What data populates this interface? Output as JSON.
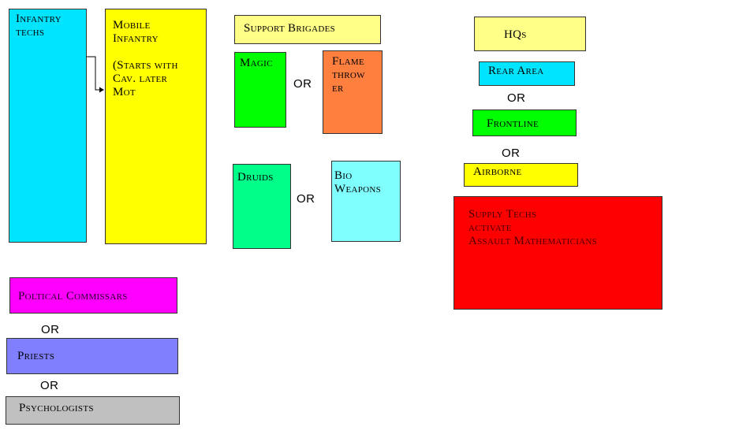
{
  "colors": {
    "cyan": "#00e5ff",
    "yellow": "#ffff00",
    "light_yellow": "#ffff88",
    "green": "#00ff00",
    "orange": "#ff7f3f",
    "mint": "#00ff88",
    "light_cyan": "#80ffff",
    "red": "#ff0000",
    "magenta": "#ff00ff",
    "periwinkle": "#8080ff",
    "gray": "#c0c0c0"
  },
  "boxes": {
    "infantry_techs": "Infantry\ntechs",
    "mobile_infantry": "Mobile\nInfantry\n\n(Starts with\nCav. later\nMot",
    "support_brigades": "Support Brigades",
    "magic": "Magic",
    "flamethrower": "Flame\nthrow\ner",
    "druids": "Druids",
    "bio_weapons": "Bio\nWeapons",
    "hqs": "HQs",
    "rear_area": "Rear Area",
    "frontline": "Frontline",
    "airborne": "Airborne",
    "supply_techs": "Supply Techs\nactivate\nAssault Mathematicians",
    "political_commissars": "Poltical Commissars",
    "priests": "Priests",
    "psychologists": "Psychologists"
  },
  "connectors": {
    "or_magic_flame": "OR",
    "or_druids_bio": "OR",
    "or_rear_front": "OR",
    "or_front_air": "OR",
    "or_commissars_priests": "OR",
    "or_priests_psych": "OR"
  }
}
